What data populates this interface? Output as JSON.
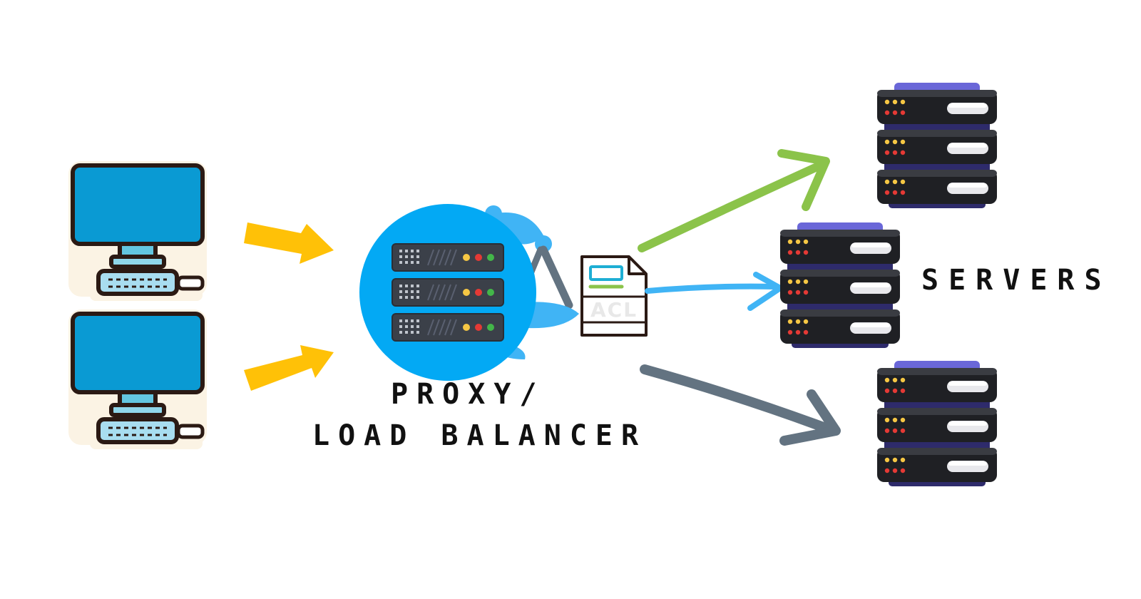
{
  "labels": {
    "proxy_line1": "PROXY/",
    "proxy_line2": "LOAD BALANCER",
    "servers": "SERVERS",
    "acl": "ACL"
  },
  "icons": {
    "clients": [
      "desktop-computer-icon",
      "desktop-computer-icon"
    ],
    "proxy": "server-rack-icon",
    "acl_document": "acl-document-icon",
    "backend_servers": [
      "server-stack-icon",
      "server-stack-icon",
      "server-stack-icon"
    ]
  },
  "colors": {
    "client_arrows": "#FFC107",
    "proxy_circle": "#03A9F4",
    "arrow_top": "#8BC34A",
    "arrow_middle": "#40B4F5",
    "arrow_bottom": "#637381",
    "monitor_screen": "#0A9AD3",
    "server_body": "#222428",
    "server_top": "#6A67D8"
  }
}
